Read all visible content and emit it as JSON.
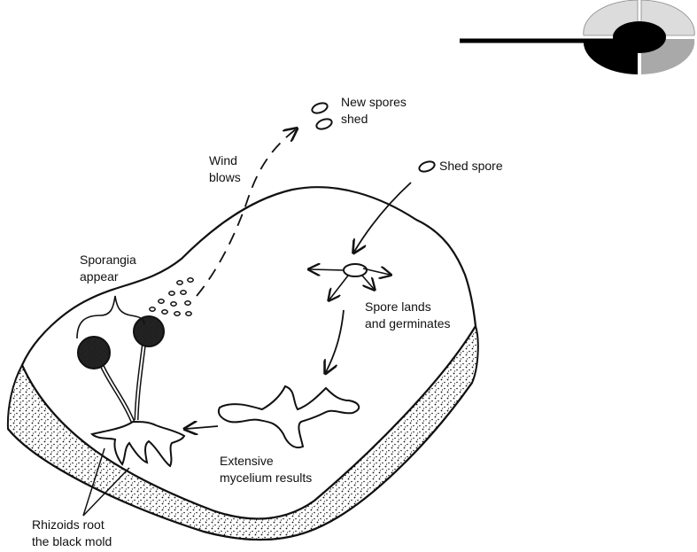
{
  "colors": {
    "ink": "#111111",
    "logo_dark": "#000000",
    "logo_gray": "#a9a9a9",
    "logo_light": "#dcdcdc",
    "background": "#ffffff"
  },
  "labels": {
    "new_spores": [
      "New spores",
      "shed"
    ],
    "shed_spore": "Shed spore",
    "wind": [
      "Wind",
      "blows"
    ],
    "sporangia": [
      "Sporangia",
      "appear"
    ],
    "spore_lands": [
      "Spore lands",
      "and germinates"
    ],
    "mycelium": [
      "Extensive",
      "mycelium results"
    ],
    "rhizoids": [
      "Rhizoids root",
      "the black mold"
    ]
  }
}
